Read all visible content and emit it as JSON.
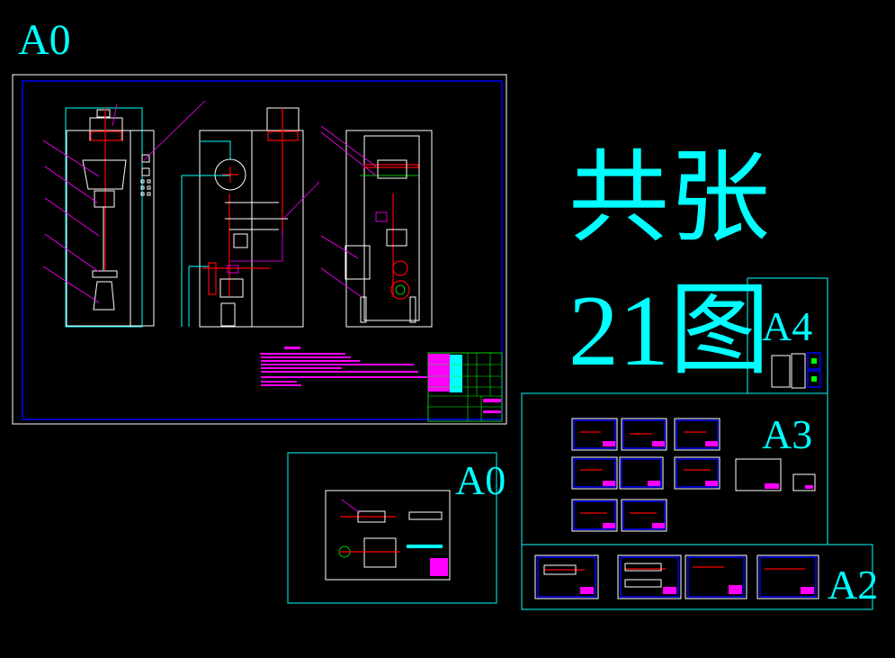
{
  "labels": {
    "main_size": "A0",
    "count_line1": "共张",
    "count_line2": "21图",
    "a4_size": "A4",
    "a3_size": "A3",
    "second_a0_size": "A0",
    "a2_size": "A2"
  },
  "colors": {
    "background": "#000000",
    "label": "#00ffff",
    "outline": "#ffffff",
    "border": "#0000ff",
    "centerline": "#ff0000",
    "leader": "#ff00ff",
    "table": "#00ff00"
  }
}
